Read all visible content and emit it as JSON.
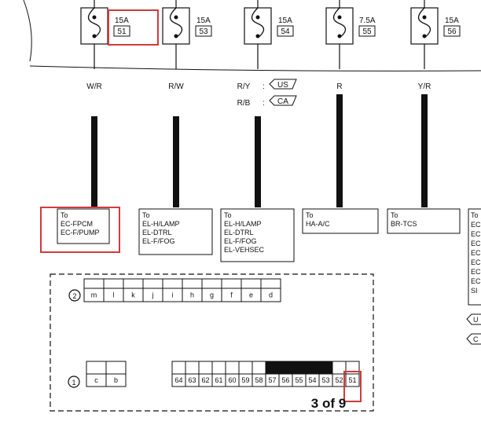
{
  "fuses": [
    {
      "id": "f51",
      "amp": "15A",
      "number": "51",
      "highlight": true
    },
    {
      "id": "f53",
      "amp": "15A",
      "number": "53",
      "highlight": false
    },
    {
      "id": "f54",
      "amp": "15A",
      "number": "54",
      "highlight": false
    },
    {
      "id": "f55",
      "amp": "7.5A",
      "number": "55",
      "highlight": false
    },
    {
      "id": "f56",
      "amp": "15A",
      "number": "56",
      "highlight": false
    }
  ],
  "wires": [
    {
      "id": "w1",
      "color": "W/R"
    },
    {
      "id": "w2",
      "color": "R/W"
    },
    {
      "id": "w3",
      "color": "R/Y",
      "alt_color": "R/B",
      "badge1": "US",
      "badge2": "CA"
    },
    {
      "id": "w4",
      "color": "R"
    },
    {
      "id": "w5",
      "color": "Y/R"
    }
  ],
  "destinations": [
    {
      "id": "d1",
      "lines": [
        "To",
        "EC-FPCM",
        "EC-F/PUMP"
      ],
      "highlight": true
    },
    {
      "id": "d2",
      "lines": [
        "To",
        "EL-H/LAMP",
        "EL-DTRL",
        "EL-F/FOG"
      ],
      "highlight": false
    },
    {
      "id": "d3",
      "lines": [
        "To",
        "EL-H/LAMP",
        "EL-DTRL",
        "EL-F/FOG",
        "EL-VEHSEC"
      ],
      "highlight": false
    },
    {
      "id": "d4",
      "lines": [
        "To",
        "HA-A/C"
      ],
      "highlight": false
    },
    {
      "id": "d5",
      "lines": [
        "To",
        "BR-TCS"
      ],
      "highlight": false
    },
    {
      "id": "d6",
      "lines": [
        "To",
        "EC",
        "EC",
        "EC",
        "EC",
        "EC",
        "EC",
        "EC",
        "SI"
      ],
      "highlight": false
    }
  ],
  "partial_badges": [
    "U",
    "C"
  ],
  "connector": {
    "row2_number": "2",
    "row2_cells": [
      "m",
      "l",
      "k",
      "j",
      "i",
      "h",
      "g",
      "f",
      "e",
      "d"
    ],
    "row1_number": "1",
    "row1_left_cells": [
      "c",
      "b"
    ],
    "row1_right_cells": [
      "64",
      "63",
      "62",
      "61",
      "60",
      "59",
      "58",
      "57",
      "56",
      "55",
      "54",
      "53",
      "52",
      "51"
    ],
    "filled_cells": [
      "57",
      "56",
      "55",
      "54",
      "53"
    ],
    "highlight_cell": "51"
  },
  "page_label": "3 of 9",
  "colors": {
    "highlight": "#d33a3a",
    "line": "#111111",
    "fill": "#111111"
  }
}
